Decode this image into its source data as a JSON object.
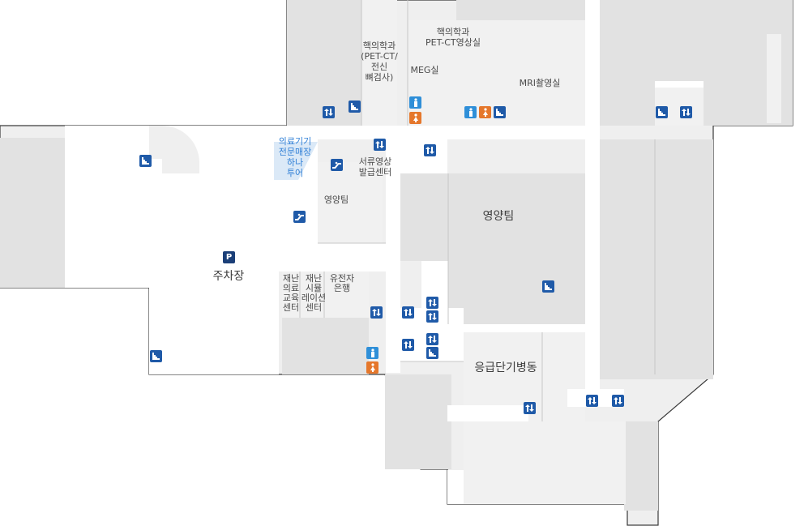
{
  "map": {
    "colors": {
      "background": "#ffffff",
      "corridor": "#ffffff",
      "room": "#efefef",
      "room_dark": "#e2e2e2",
      "wall": "#3a3a3a",
      "icon_blue": "#1f5aa8",
      "restroom_male": "#2f8fd8",
      "restroom_female": "#e5772b",
      "label_blue": "#2f7fd6"
    },
    "labels": {
      "nuclear_pet": [
        "핵의학과",
        "(PET-CT/",
        "전신",
        "뼈검사)"
      ],
      "nuclear_pet_ct": [
        "핵의학과",
        "PET-CT영상실"
      ],
      "meg": "MEG실",
      "mri": "MRI촬영실",
      "medical_device": [
        "의료기기",
        "전문매장",
        "하나",
        "투어"
      ],
      "records": [
        "서류영상",
        "발급센터"
      ],
      "nutrition_small": "영양팀",
      "nutrition_big": "영양팀",
      "parking_letter": "P",
      "parking": "주차장",
      "disaster_edu": [
        "재난",
        "의료",
        "교육",
        "센터"
      ],
      "disaster_sim": [
        "재난",
        "시뮬",
        "레이션",
        "센터"
      ],
      "gene_bank": [
        "유전자",
        "은행"
      ],
      "emergency_ward": "응급단기병동"
    },
    "icons": [
      {
        "name": "elevator-icon",
        "type": "elev"
      },
      {
        "name": "stairs-icon",
        "type": "stair"
      },
      {
        "name": "restroom-male-icon",
        "type": "rest-m"
      },
      {
        "name": "restroom-female-icon",
        "type": "rest-f"
      },
      {
        "name": "escalator-icon",
        "type": "esc"
      }
    ]
  }
}
